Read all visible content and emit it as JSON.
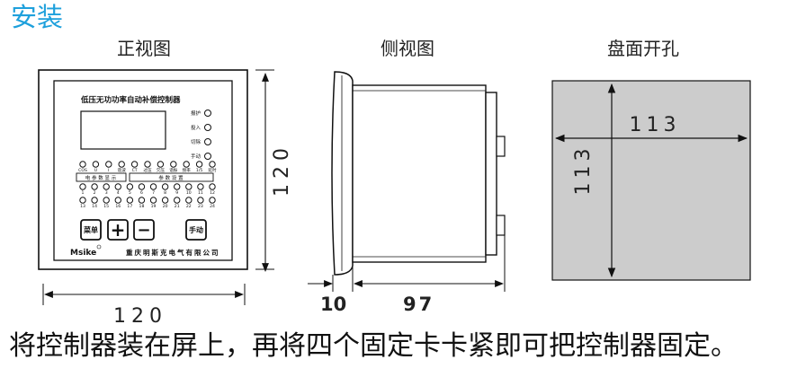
{
  "heading": "安装",
  "views": {
    "front": "正视图",
    "side": "侧视图",
    "cutout": "盘面开孔"
  },
  "front_panel": {
    "title": "低压无功功率自动补偿控制器",
    "indicators": [
      "报护",
      "投入",
      "切除",
      "手动"
    ],
    "row1_labels": [
      "COS",
      "U",
      "I",
      "谐波",
      "CT",
      "过压",
      "欠压",
      "谐振",
      "频率",
      "1/5",
      "延时"
    ],
    "section_left": "电 参 数 显 示",
    "section_right": "参   数   设   置",
    "step_numbers_1": [
      "1",
      "2",
      "3",
      "4",
      "5",
      "6",
      "7",
      "8",
      "9",
      "10",
      "11",
      "12"
    ],
    "step_numbers_2": [
      "13",
      "14",
      "15",
      "16",
      "17",
      "18",
      "19",
      "20",
      "21",
      "22",
      "23",
      "24"
    ],
    "buttons": {
      "menu": "菜单",
      "plus": "+",
      "minus": "−",
      "manual": "手动"
    },
    "brand": "Msike",
    "company": "重庆明斯克电气有限公司"
  },
  "dimensions": {
    "front_width": "120",
    "front_height": "120",
    "side_bezel": "10",
    "side_depth": "97",
    "cut_width": "113",
    "cut_height": "113"
  },
  "caption": "将控制器装在屏上，再将四个固定卡卡紧即可把控制器固定。",
  "colors": {
    "accent": "#1ea0dc",
    "panel_fill": "#cccccc",
    "line": "#111111"
  }
}
